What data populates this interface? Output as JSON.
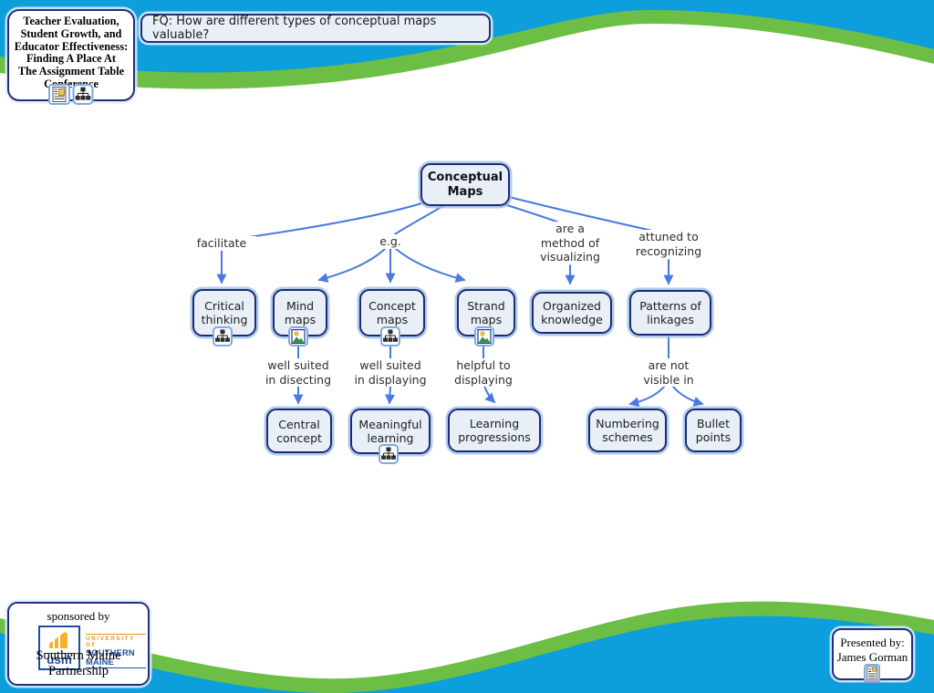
{
  "colors": {
    "background_blue": "#0d9fdb",
    "wave_green": "#6cbe45",
    "node_fill": "#e9eff6",
    "node_border": "#1e2a78",
    "arrow_blue": "#4b79e2"
  },
  "title_box": {
    "lines": [
      "Teacher Evaluation,",
      "Student Growth, and",
      "Educator Effectiveness:",
      "Finding A Place At",
      "The Assignment Table",
      "Conference"
    ],
    "icons": [
      "document-icon",
      "cmap-icon"
    ]
  },
  "focus_question": {
    "text": "FQ: How are different types of conceptual maps valuable?"
  },
  "concept_map": {
    "root": {
      "label": "Conceptual Maps"
    },
    "nodes": {
      "critical_thinking": {
        "label": "Critical thinking",
        "icon": "cmap-icon"
      },
      "mind_maps": {
        "label": "Mind maps",
        "icon": "image-icon"
      },
      "concept_maps": {
        "label": "Concept maps",
        "icon": "cmap-icon"
      },
      "strand_maps": {
        "label": "Strand maps",
        "icon": "image-icon"
      },
      "organized_knowledge": {
        "label": "Organized knowledge"
      },
      "patterns_of_linkages": {
        "label": "Patterns of linkages"
      },
      "central_concept": {
        "label": "Central concept"
      },
      "meaningful_learning": {
        "label": "Meaningful learning",
        "icon": "cmap-icon"
      },
      "learning_progressions": {
        "label": "Learning progressions"
      },
      "numbering_schemes": {
        "label": "Numbering schemes"
      },
      "bullet_points": {
        "label": "Bullet points"
      }
    },
    "links": {
      "facilitate": {
        "label": "facilitate"
      },
      "eg": {
        "label": "e.g."
      },
      "method_visualizing": {
        "label": "are a method of visualizing"
      },
      "attuned_recognizing": {
        "label": "attuned to recognizing"
      },
      "suited_disecting": {
        "label": "well suited in disecting"
      },
      "suited_displaying": {
        "label": "well suited in displaying"
      },
      "helpful_displaying": {
        "label": "helpful to displaying"
      },
      "not_visible": {
        "label": "are not visible in"
      }
    }
  },
  "sponsor_box": {
    "sponsored_by": "sponsored by",
    "logo": {
      "acronym": "usm",
      "university_line1": "UNIVERSITY OF",
      "university_line2": "SOUTHERN MAINE"
    },
    "partnership": "Southern Maine Partnership"
  },
  "presenter_box": {
    "line1": "Presented by:",
    "line2": "James Gorman",
    "icon": "document-icon"
  }
}
